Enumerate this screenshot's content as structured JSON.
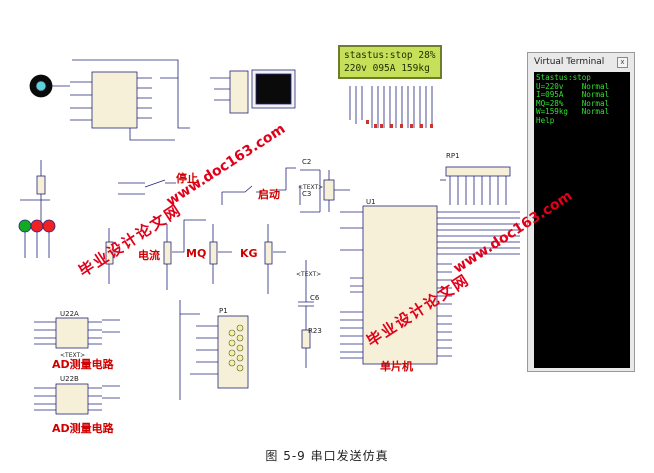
{
  "lcd": {
    "line1": "stastus:stop 28%",
    "line2": "220v 095A  159kg"
  },
  "terminal": {
    "title": "Virtual Terminal",
    "close_glyph": "x",
    "lines": [
      "Stastus:stop",
      "U=220v    Normal",
      "I=095A    Normal",
      "MQ=28%    Normal",
      "W=159kg   Normal",
      "Help"
    ]
  },
  "labels": {
    "stop": "停止",
    "start": "启动",
    "current": "电流",
    "mq": "MQ",
    "kg": "KG",
    "ad1": "AD测量电路",
    "ad2": "AD测量电路",
    "mcu_name": "单片机",
    "u1": "U1",
    "u22a": "U22A",
    "u22b": "U22B",
    "p1": "P1",
    "rp1": "RP1",
    "c2": "C2",
    "c3": "C3",
    "c6": "C6",
    "r23": "R23",
    "text_tag": "<TEXT>"
  },
  "watermarks": {
    "site": "www.doc163.com",
    "brand": "毕业设计论文网"
  },
  "caption": "图 5-9 串口发送仿真",
  "colors": {
    "wire": "#1f1f8f",
    "red_text": "#d10000",
    "terminal_text": "#2fe02f",
    "lcd_bg": "#c6e05a"
  }
}
